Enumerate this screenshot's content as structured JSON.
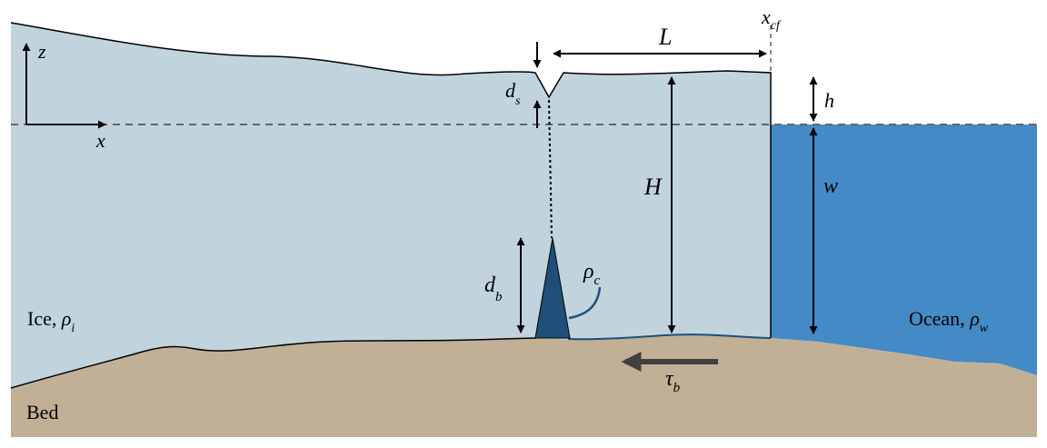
{
  "labels": {
    "z": "z",
    "x": "x",
    "x_cf_base": "x",
    "x_cf_sub": "cf",
    "L": "L",
    "d_s_base": "d",
    "d_s_sub": "s",
    "h": "h",
    "H": "H",
    "w": "w",
    "d_b_base": "d",
    "d_b_sub": "b",
    "rho_c_base": "ρ",
    "rho_c_sub": "c",
    "ice": "Ice, ",
    "rho_i_base": "ρ",
    "rho_i_sub": "i",
    "ocean": "Ocean, ",
    "rho_w_base": "ρ",
    "rho_w_sub": "w",
    "tau_b_base": "τ",
    "tau_b_sub": "b",
    "bed": "Bed"
  },
  "colors": {
    "ice": "#c1d4dd",
    "ocean": "#438ac6",
    "bed": "#c1b096",
    "crevasse": "#1f4e79",
    "ink": "#000000",
    "tau_arrow": "#404040",
    "waterline": "#666666"
  }
}
